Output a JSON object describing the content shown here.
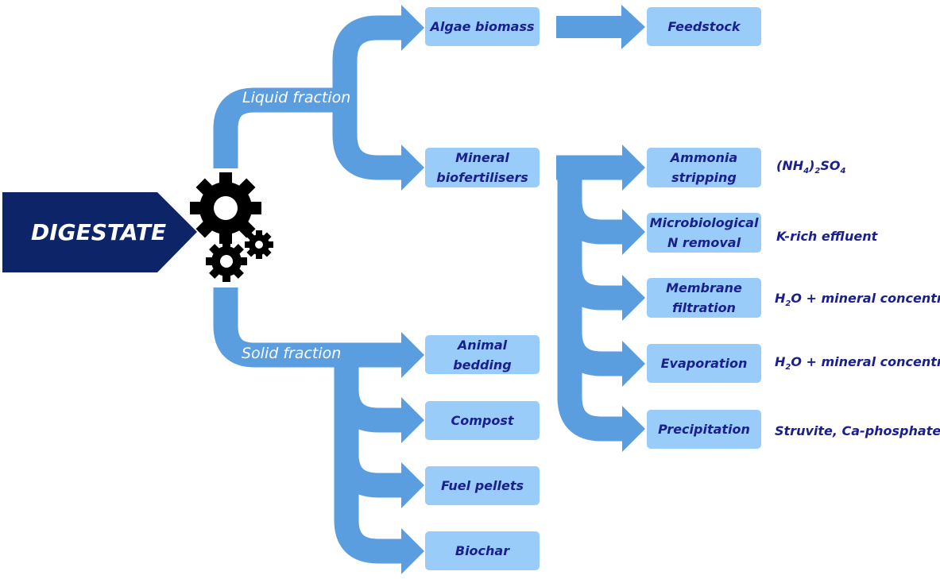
{
  "source": {
    "label": "DIGESTATE",
    "color": "#0e2468"
  },
  "branches": {
    "liquid": "Liquid fraction",
    "solid": "Solid fraction"
  },
  "boxes": {
    "algae": "Algae biomass",
    "feedstock": "Feedstock",
    "mineral": "Mineral\nbiofertilisers",
    "bedding": "Animal bedding",
    "compost": "Compost",
    "pellets": "Fuel pellets",
    "biochar": "Biochar",
    "ammonia": "Ammonia\nstripping",
    "microbio": "Microbiological\nN removal",
    "membrane": "Membrane\nfiltration",
    "evaporation": "Evaporation",
    "precipitation": "Precipitation"
  },
  "products": {
    "ammonia": {
      "a": "(NH",
      "s1": "4",
      "b": ")",
      "s2": "2",
      "c": "SO",
      "s3": "4"
    },
    "microbio": "K-rich effluent",
    "membrane": {
      "a": "H",
      "s1": "2",
      "b": "O + mineral concentrates"
    },
    "evaporation": {
      "a": "H",
      "s1": "2",
      "b": "O + mineral concentrates"
    },
    "precipitation": "Struvite, Ca-phosphate"
  },
  "colors": {
    "arrow": "#5b9ee0",
    "box": "#99ccf8",
    "text": "#1a1f8c",
    "gears": "#000000"
  },
  "icons": [
    "gears-icon"
  ]
}
